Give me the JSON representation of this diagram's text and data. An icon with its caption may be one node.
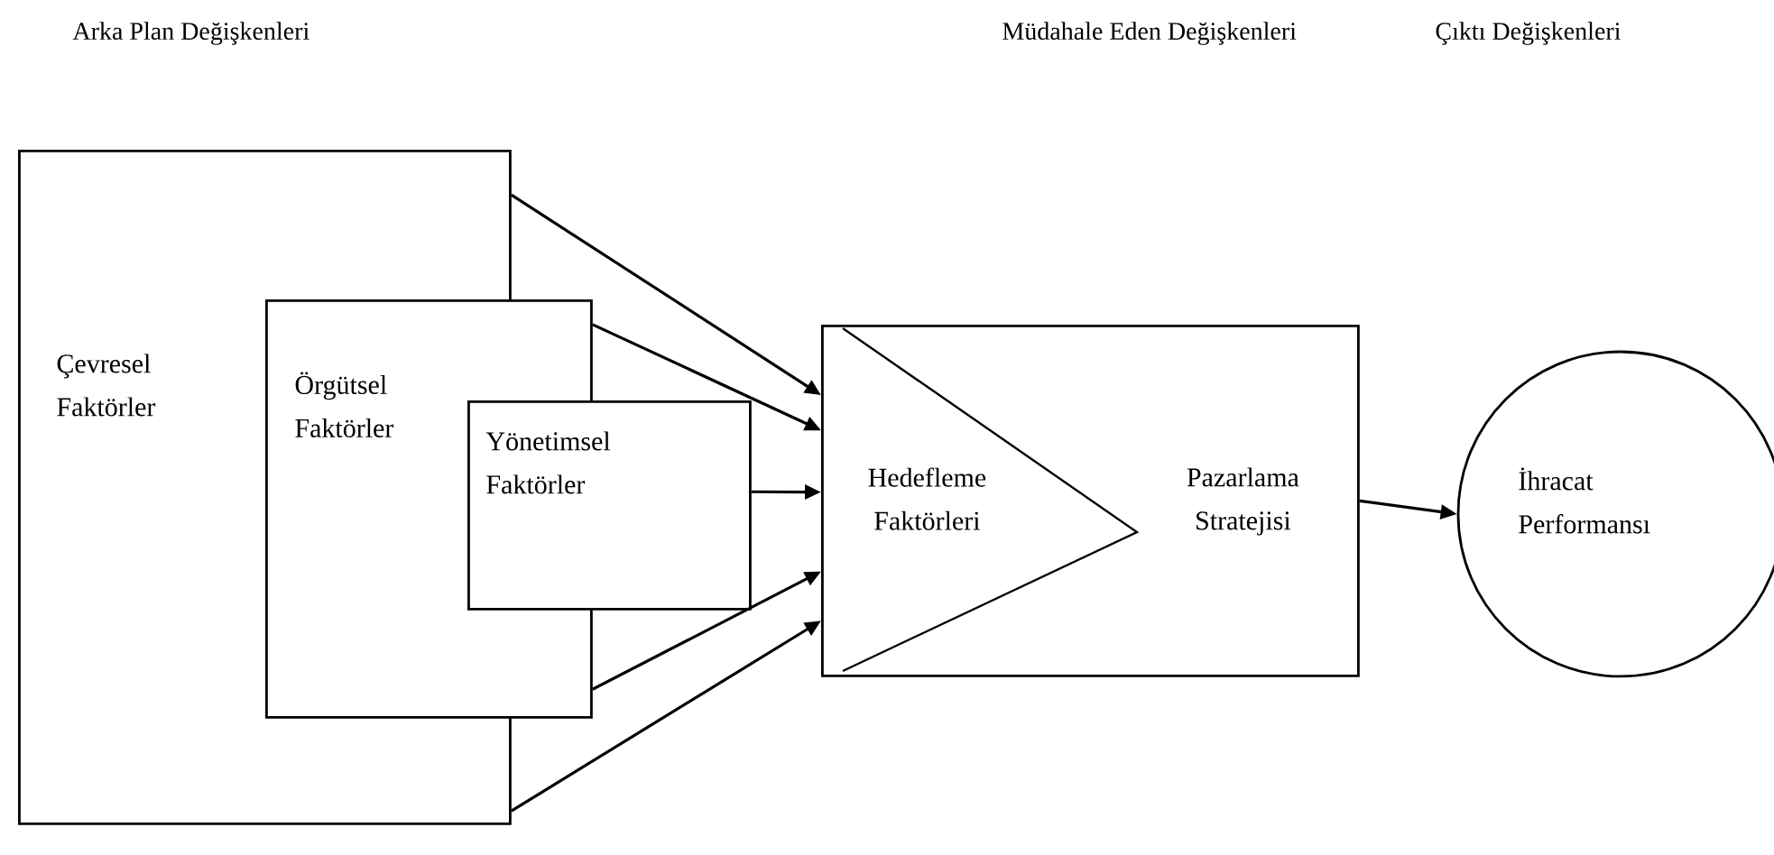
{
  "diagram": {
    "nodes": [
      {
        "text": [
          "Çevresel Faktörler"
        ]
      },
      {
        "text": [
          "Örgütsel Faktörler"
        ]
      },
      {
        "text": [
          "Yönetimsel Faktörler"
        ]
      },
      {
        "text": [
          "Hedefleme Faktörleri",
          "Pazarlama Stratejisi"
        ]
      },
      {
        "text": [
          "İhracat Performansı"
        ]
      }
    ],
    "edges": [
      {
        "from": 0,
        "to": 3,
        "arrow": "to"
      },
      {
        "from": 1,
        "to": 3,
        "arrow": "to"
      },
      {
        "from": 2,
        "to": 3,
        "arrow": "to"
      },
      {
        "from": 1,
        "to": 3,
        "arrow": "to"
      },
      {
        "from": 0,
        "to": 3,
        "arrow": "to"
      },
      {
        "from": 3,
        "to": 4,
        "arrow": "to"
      }
    ],
    "labels": [
      "Arka Plan Değişkenleri",
      "Müdahale Eden Değişkenleri",
      "Çıktı Değişkenleri"
    ]
  }
}
